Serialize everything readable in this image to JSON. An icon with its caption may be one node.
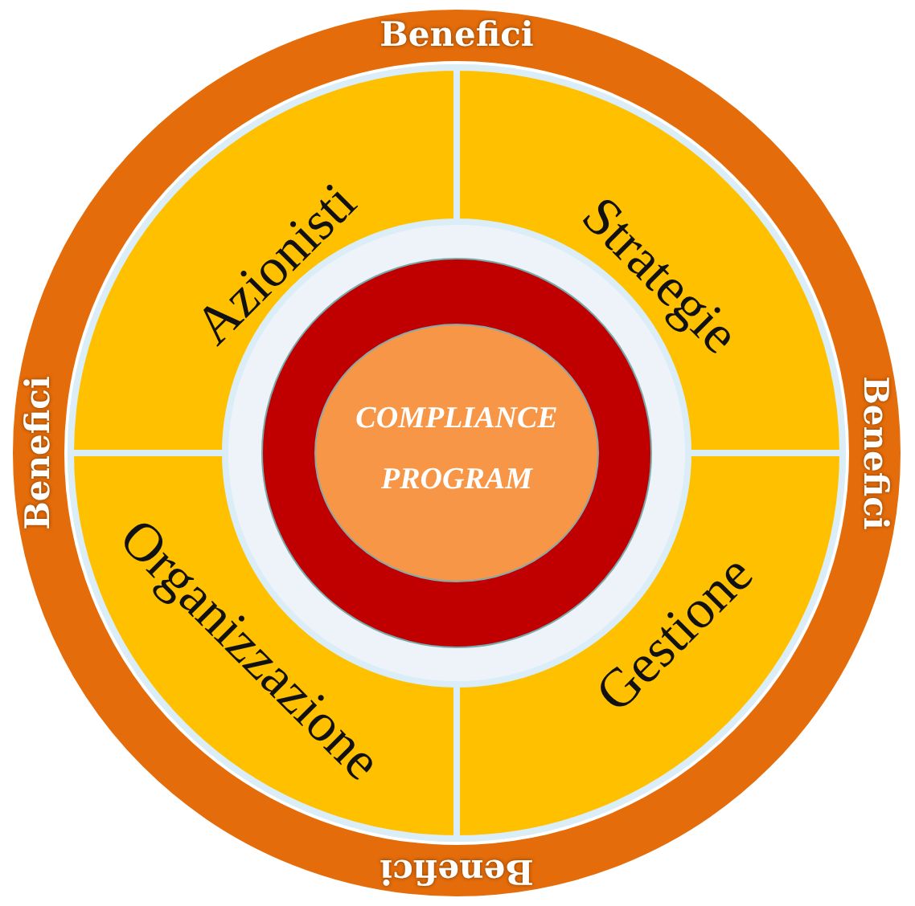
{
  "diagram": {
    "nodes": [
      {
        "text": [
          "Benefici",
          "Benefici",
          "Benefici",
          "Benefici"
        ]
      },
      {
        "text": [
          "Azionisti"
        ],
        "in": 0
      },
      {
        "text": [
          "Strategie"
        ],
        "in": 0
      },
      {
        "text": [
          "Organizzazione"
        ],
        "in": 0
      },
      {
        "text": [
          "Gestione"
        ],
        "in": 0
      },
      {
        "text": [
          "COMPLIANCE PROGRAM"
        ],
        "in": 0
      }
    ]
  }
}
